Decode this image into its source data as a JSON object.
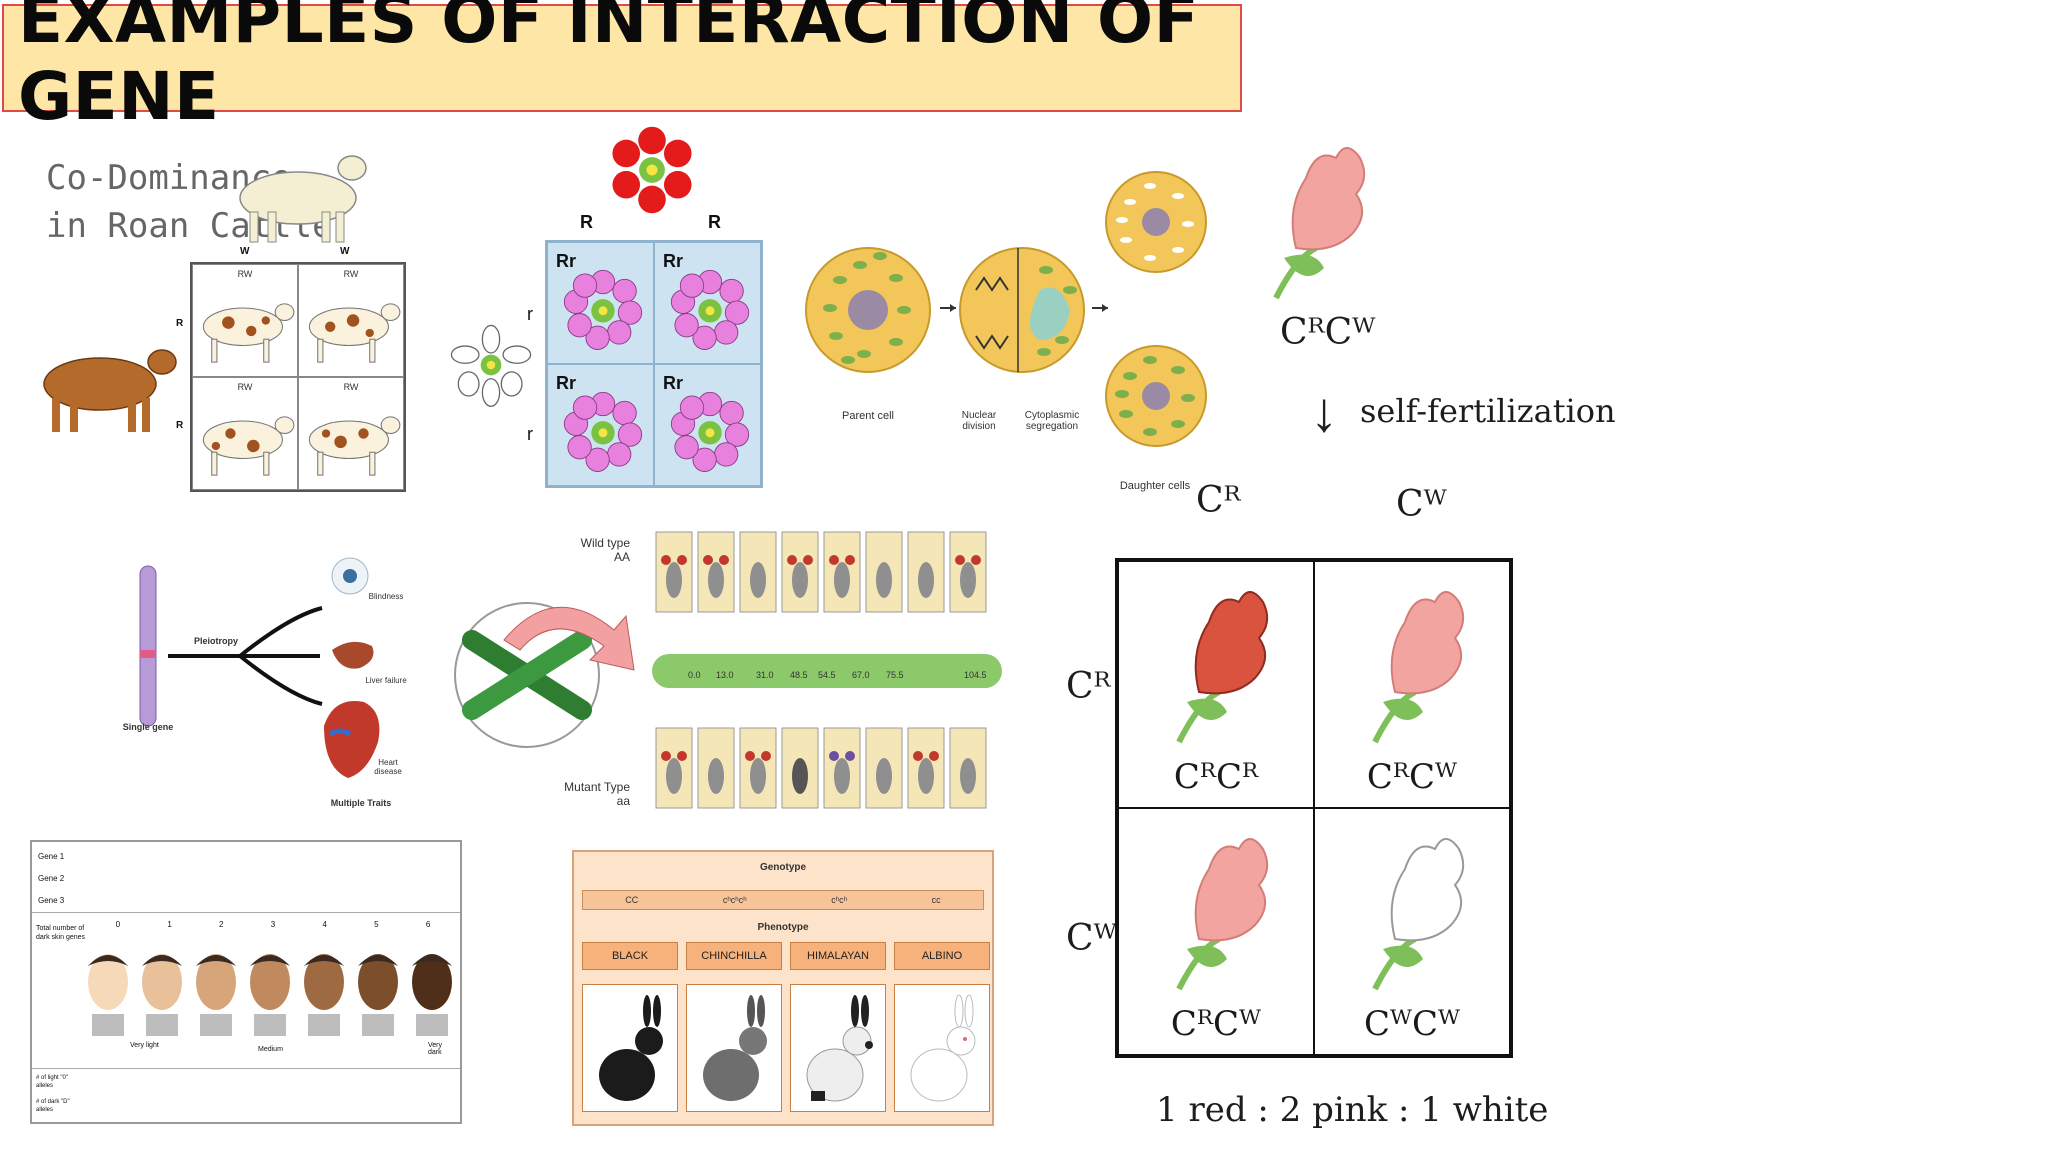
{
  "title": "EXAMPLES OF INTERACTION OF GENE",
  "cattle": {
    "heading_line1": "Co-Dominance",
    "heading_line2": "in Roan Cattle",
    "col_labels": [
      "W",
      "W"
    ],
    "row_labels": [
      "R",
      "R"
    ],
    "cell_label": "RW"
  },
  "flower_punnett": {
    "col_labels": [
      "R",
      "R"
    ],
    "row_labels": [
      "r",
      "r"
    ],
    "cells": [
      "Rr",
      "Rr",
      "Rr",
      "Rr"
    ]
  },
  "cell_division": {
    "labels": [
      "Parent cell",
      "Nuclear division",
      "Cytoplasmic segregation",
      "Daughter cells"
    ]
  },
  "snapdragon": {
    "parent_genotype": "CᴿCᵂ",
    "arrow_label": "self-fertilization",
    "col_alleles": [
      "Cᴿ",
      "Cᵂ"
    ],
    "row_alleles": [
      "Cᴿ",
      "Cᵂ"
    ],
    "cells": [
      "CᴿCᴿ",
      "CᴿCᵂ",
      "CᴿCᵂ",
      "CᵂCᵂ"
    ],
    "ratio": "1 red : 2 pink : 1 white",
    "colors": {
      "red": "#d9533f",
      "pink": "#f2a5a0",
      "white": "#ffffff",
      "stem": "#7fbf5a"
    }
  },
  "pleiotropy": {
    "left_label": "Single gene",
    "mid_label": "Pleiotropy",
    "bottom_label": "Multiple Traits",
    "traits": [
      "Blindness",
      "Liver failure",
      "Heart disease"
    ]
  },
  "fly_map": {
    "wild_label_1": "Wild type",
    "wild_label_2": "AA",
    "mutant_label_1": "Mutant Type",
    "mutant_label_2": "aa",
    "positions": [
      "0.0",
      "13.0",
      "31.0",
      "48.5",
      "54.5",
      "67.0",
      "75.5",
      "104.5"
    ]
  },
  "skin_table": {
    "rows": [
      "Gene 1",
      "Gene 2",
      "Gene 3"
    ],
    "side_label": "Total number of dark skin genes",
    "counts": [
      "0",
      "1",
      "2",
      "3",
      "4",
      "5",
      "6"
    ],
    "tone_labels": [
      "Very light",
      "Medium",
      "Very dark"
    ],
    "bottom_rows": [
      "# of light \"0\" alleles",
      "# of dark \"D\" alleles"
    ]
  },
  "rabbit": {
    "genotype_header": "Genotype",
    "genotypes": [
      "CC",
      "cʰcʰcʰ",
      "cʰcʰ",
      "cc"
    ],
    "phenotype_header": "Phenotype",
    "phenotypes": [
      "BLACK",
      "CHINCHILLA",
      "HIMALAYAN",
      "ALBINO"
    ],
    "fur_colors": [
      "#1b1b1b",
      "#6e6e6e",
      "#eeeeee",
      "#ffffff"
    ]
  }
}
